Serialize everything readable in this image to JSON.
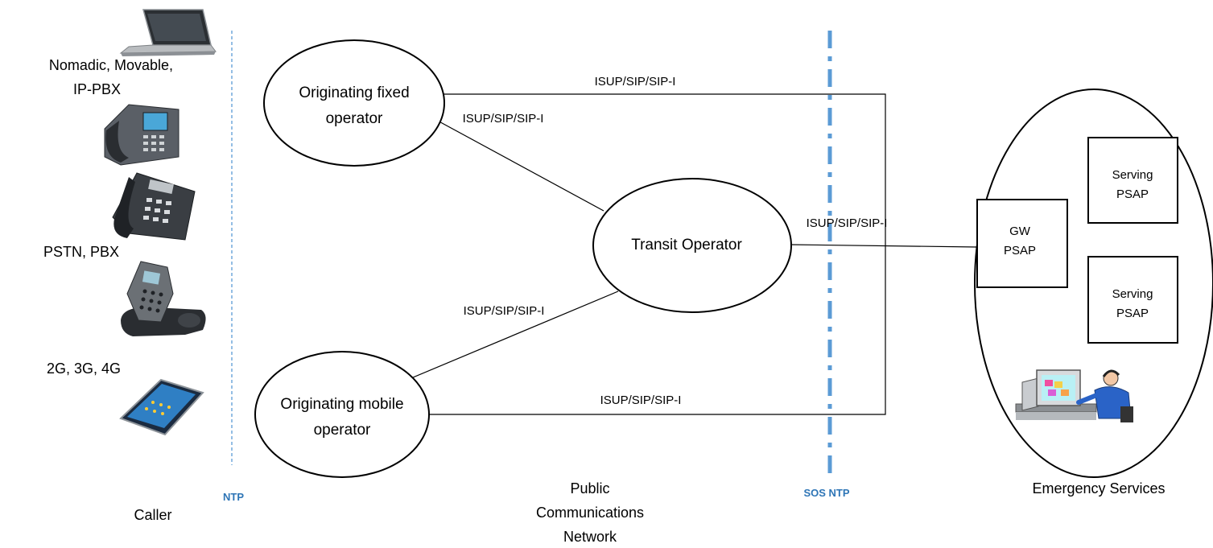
{
  "colors": {
    "ntp_line": "#5b9bd5",
    "sos_ntp_line": "#5b9bd5",
    "ntp_text": "#2e75b6"
  },
  "icons": [
    "laptop-icon",
    "desk-phone-icon",
    "ip-phone-icon",
    "cordless-phone-icon",
    "smartphone-icon",
    "psap-operator-icon"
  ],
  "caller": {
    "device_labels": [
      "Nomadic, Movable,",
      "IP-PBX",
      "PSTN, PBX",
      "2G, 3G, 4G"
    ],
    "title": "Caller"
  },
  "boundaries": {
    "ntp": "NTP",
    "sos_ntp": "SOS NTP"
  },
  "network": {
    "fixed_operator": [
      "Originating fixed",
      "operator"
    ],
    "mobile_operator": [
      "Originating mobile",
      "operator"
    ],
    "transit_operator": "Transit Operator",
    "title": [
      "Public",
      "Communications",
      "Network"
    ]
  },
  "links": {
    "fixed_to_psap": "ISUP/SIP/SIP-I",
    "fixed_to_transit": "ISUP/SIP/SIP-I",
    "transit_to_gw": "ISUP/SIP/SIP-I",
    "mobile_to_transit": "ISUP/SIP/SIP-I",
    "mobile_to_psap": "ISUP/SIP/SIP-I"
  },
  "emergency": {
    "gw_psap": [
      "GW",
      "PSAP"
    ],
    "serving_psap_1": [
      "Serving",
      "PSAP"
    ],
    "serving_psap_2": [
      "Serving",
      "PSAP"
    ],
    "title": "Emergency Services"
  }
}
